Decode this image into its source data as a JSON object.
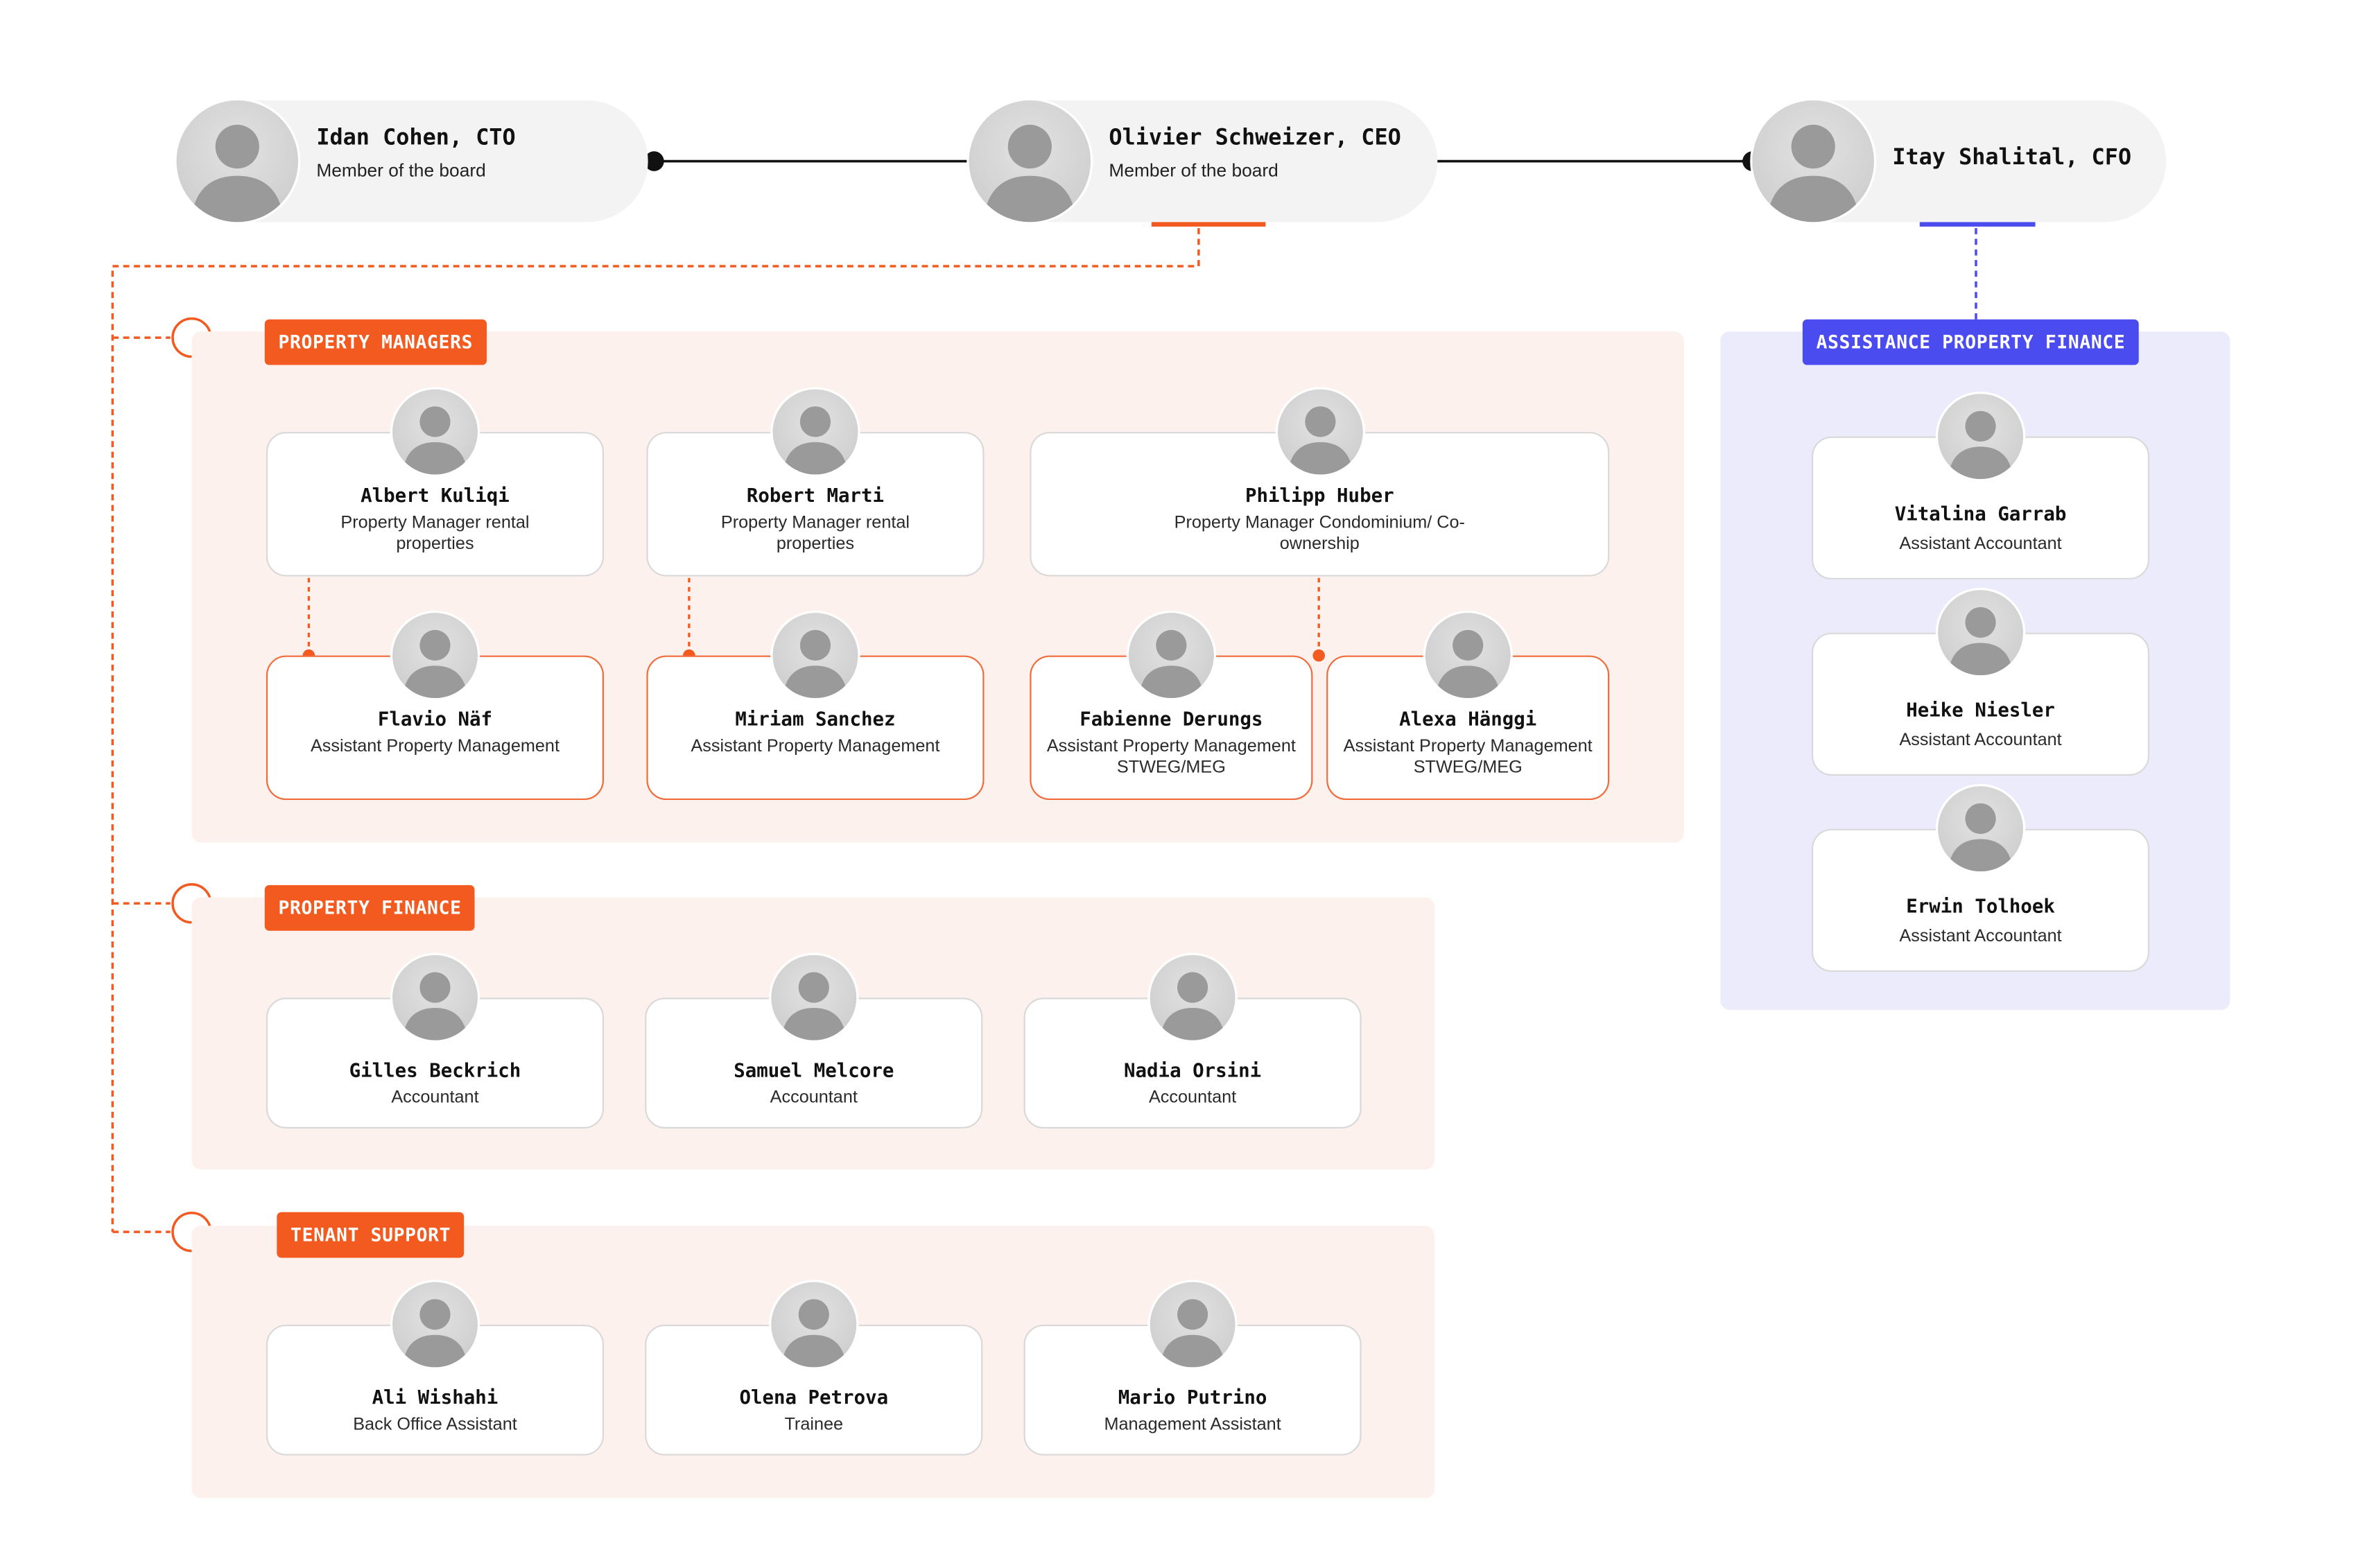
{
  "executives": [
    {
      "id": "cto",
      "name": "Idan Cohen, CTO",
      "role": "Member of the board"
    },
    {
      "id": "ceo",
      "name": "Olivier Schweizer, CEO",
      "role": "Member of the board"
    },
    {
      "id": "cfo",
      "name": "Itay Shalital, CFO",
      "role": ""
    }
  ],
  "colors": {
    "accent_orange": "#f35a1f",
    "accent_blue": "#4b4cf0",
    "panel_orange": "#fdf1ed",
    "panel_blue": "#ecebfc",
    "pill_bg": "#f3f3f3"
  },
  "sections": {
    "property_managers": {
      "label": "PROPERTY MANAGERS",
      "members": [
        {
          "name": "Albert Kuliqi",
          "role": "Property Manager rental properties"
        },
        {
          "name": "Robert Marti",
          "role": "Property Manager rental properties"
        },
        {
          "name": "Philipp Huber",
          "role": "Property Manager Condominium/ Co-ownership"
        },
        {
          "name": "Flavio Näf",
          "role": "Assistant Property Management"
        },
        {
          "name": "Miriam Sanchez",
          "role": "Assistant Property Management"
        },
        {
          "name": "Fabienne Derungs",
          "role": "Assistant Property Management STWEG/MEG"
        },
        {
          "name": "Alexa Hänggi",
          "role": "Assistant Property Management STWEG/MEG"
        }
      ]
    },
    "property_finance": {
      "label": "PROPERTY FINANCE",
      "members": [
        {
          "name": "Gilles Beckrich",
          "role": "Accountant"
        },
        {
          "name": "Samuel Melcore",
          "role": "Accountant"
        },
        {
          "name": "Nadia Orsini",
          "role": "Accountant"
        }
      ]
    },
    "tenant_support": {
      "label": "TENANT SUPPORT",
      "members": [
        {
          "name": "Ali Wishahi",
          "role": "Back Office Assistant"
        },
        {
          "name": "Olena Petrova",
          "role": "Trainee"
        },
        {
          "name": "Mario Putrino",
          "role": "Management Assistant"
        }
      ]
    },
    "assistance_property_finance": {
      "label": "ASSISTANCE PROPERTY FINANCE",
      "members": [
        {
          "name": "Vitalina Garrab",
          "role": "Assistant Accountant"
        },
        {
          "name": "Heike Niesler",
          "role": "Assistant Accountant"
        },
        {
          "name": "Erwin Tolhoek",
          "role": "Assistant Accountant"
        }
      ]
    }
  },
  "avatar_icon": "person-avatar-icon"
}
